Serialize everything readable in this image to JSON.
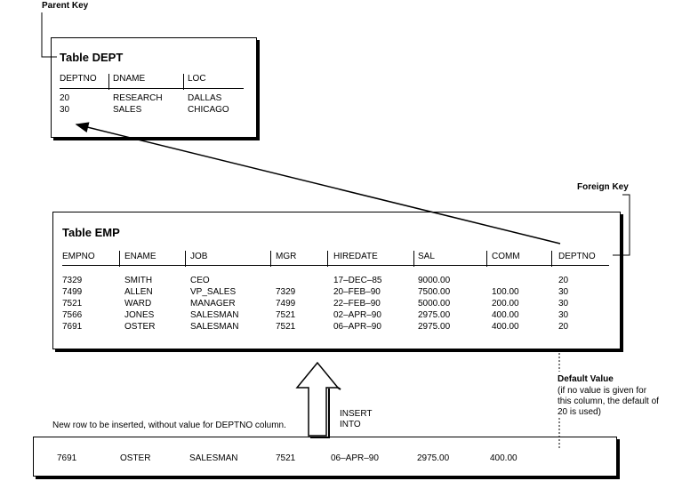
{
  "labels": {
    "parent_key": "Parent Key",
    "foreign_key": "Foreign Key",
    "default_value_title": "Default Value",
    "default_value_note": [
      "(if no value is given for",
      "this column, the default of",
      "20 is used)"
    ],
    "new_row_note": "New row to be inserted, without value for DEPTNO column.",
    "insert_into": [
      "INSERT",
      "INTO"
    ]
  },
  "dept": {
    "title": "Table DEPT",
    "columns": [
      "DEPTNO",
      "DNAME",
      "LOC"
    ],
    "rows": [
      [
        "20",
        "RESEARCH",
        "DALLAS"
      ],
      [
        "30",
        "SALES",
        "CHICAGO"
      ]
    ]
  },
  "emp": {
    "title": "Table EMP",
    "columns": [
      "EMPNO",
      "ENAME",
      "JOB",
      "MGR",
      "HIREDATE",
      "SAL",
      "COMM",
      "DEPTNO"
    ],
    "rows": [
      [
        "7329",
        "SMITH",
        "CEO",
        "",
        "17–DEC–85",
        "9000.00",
        "",
        "20"
      ],
      [
        "7499",
        "ALLEN",
        "VP_SALES",
        "7329",
        "20–FEB–90",
        "7500.00",
        "100.00",
        "30"
      ],
      [
        "7521",
        "WARD",
        "MANAGER",
        "7499",
        "22–FEB–90",
        "5000.00",
        "200.00",
        "30"
      ],
      [
        "7566",
        "JONES",
        "SALESMAN",
        "7521",
        "02–APR–90",
        "2975.00",
        "400.00",
        "30"
      ],
      [
        "7691",
        "OSTER",
        "SALESMAN",
        "7521",
        "06–APR–90",
        "2975.00",
        "400.00",
        "20"
      ]
    ]
  },
  "new_row": [
    "7691",
    "OSTER",
    "SALESMAN",
    "7521",
    "06–APR–90",
    "2975.00",
    "400.00",
    ""
  ]
}
